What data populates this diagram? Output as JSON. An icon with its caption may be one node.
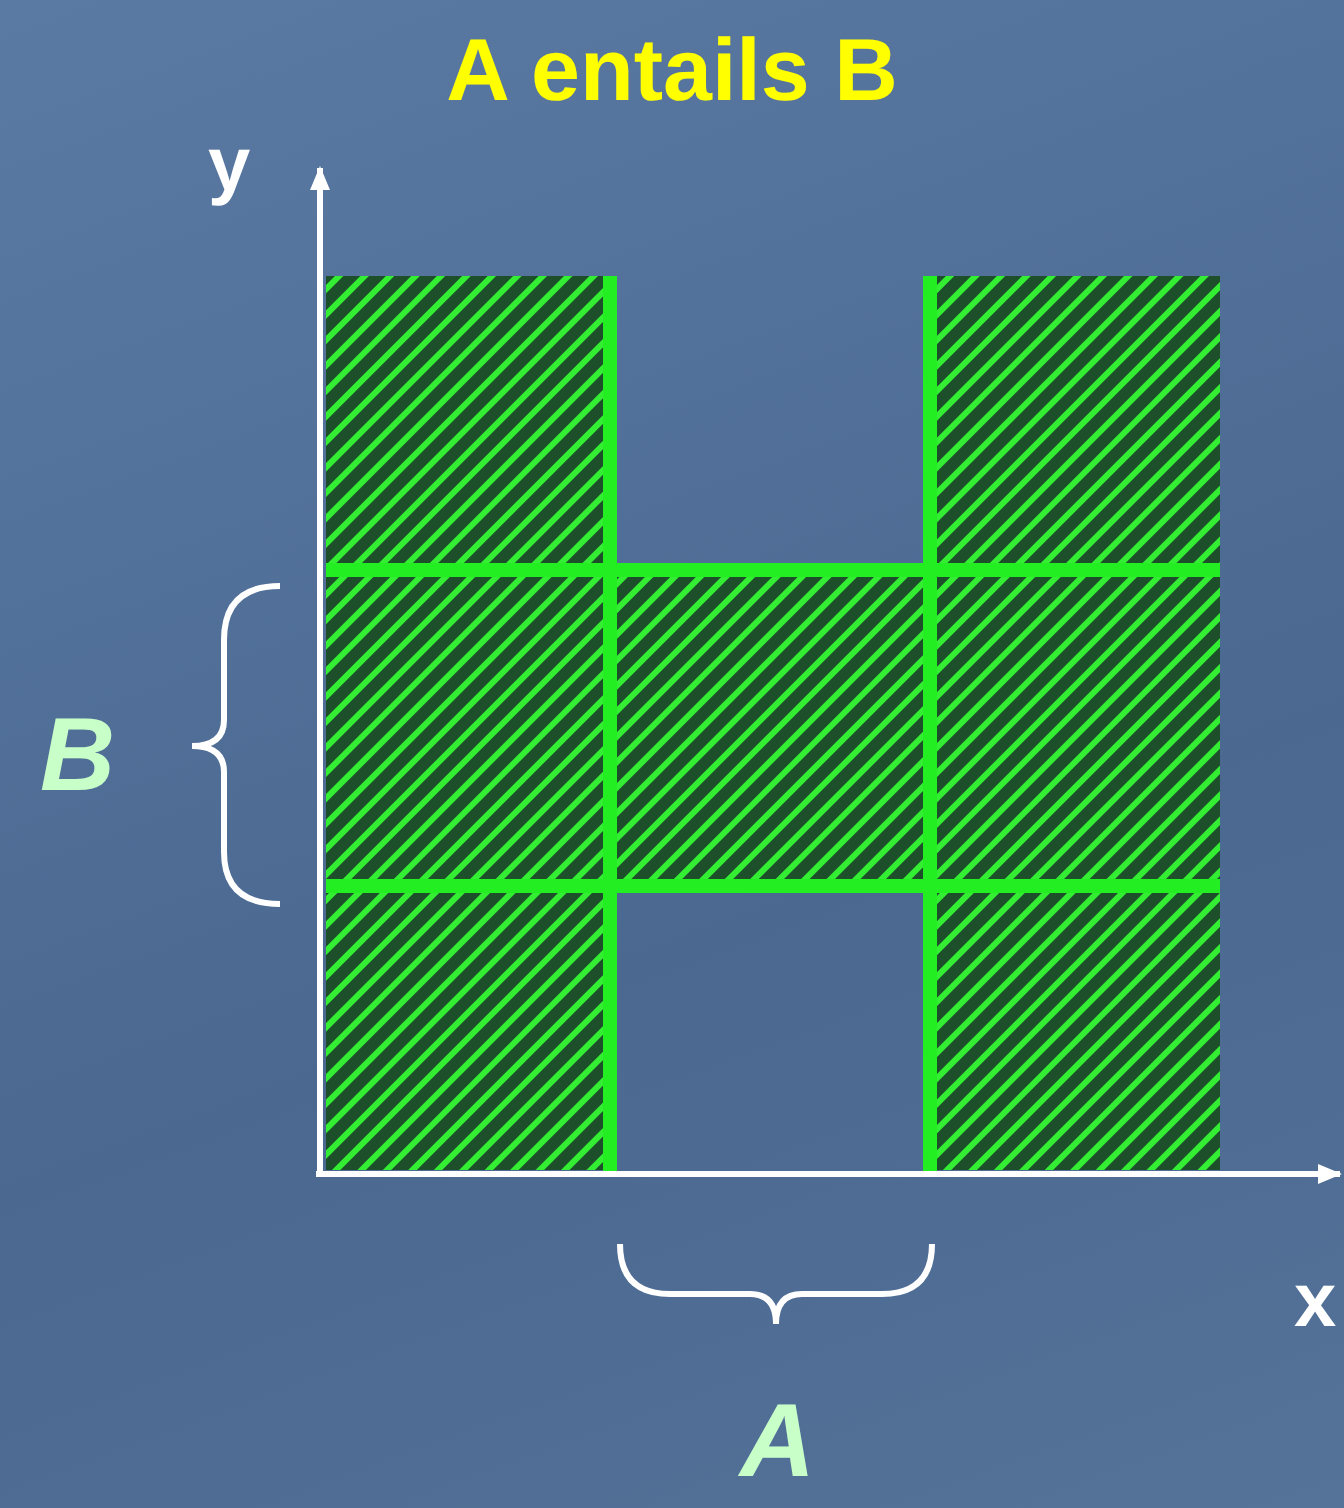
{
  "diagram": {
    "title": "A entails B",
    "labels": [
      "y",
      "B",
      "x",
      "A"
    ]
  }
}
